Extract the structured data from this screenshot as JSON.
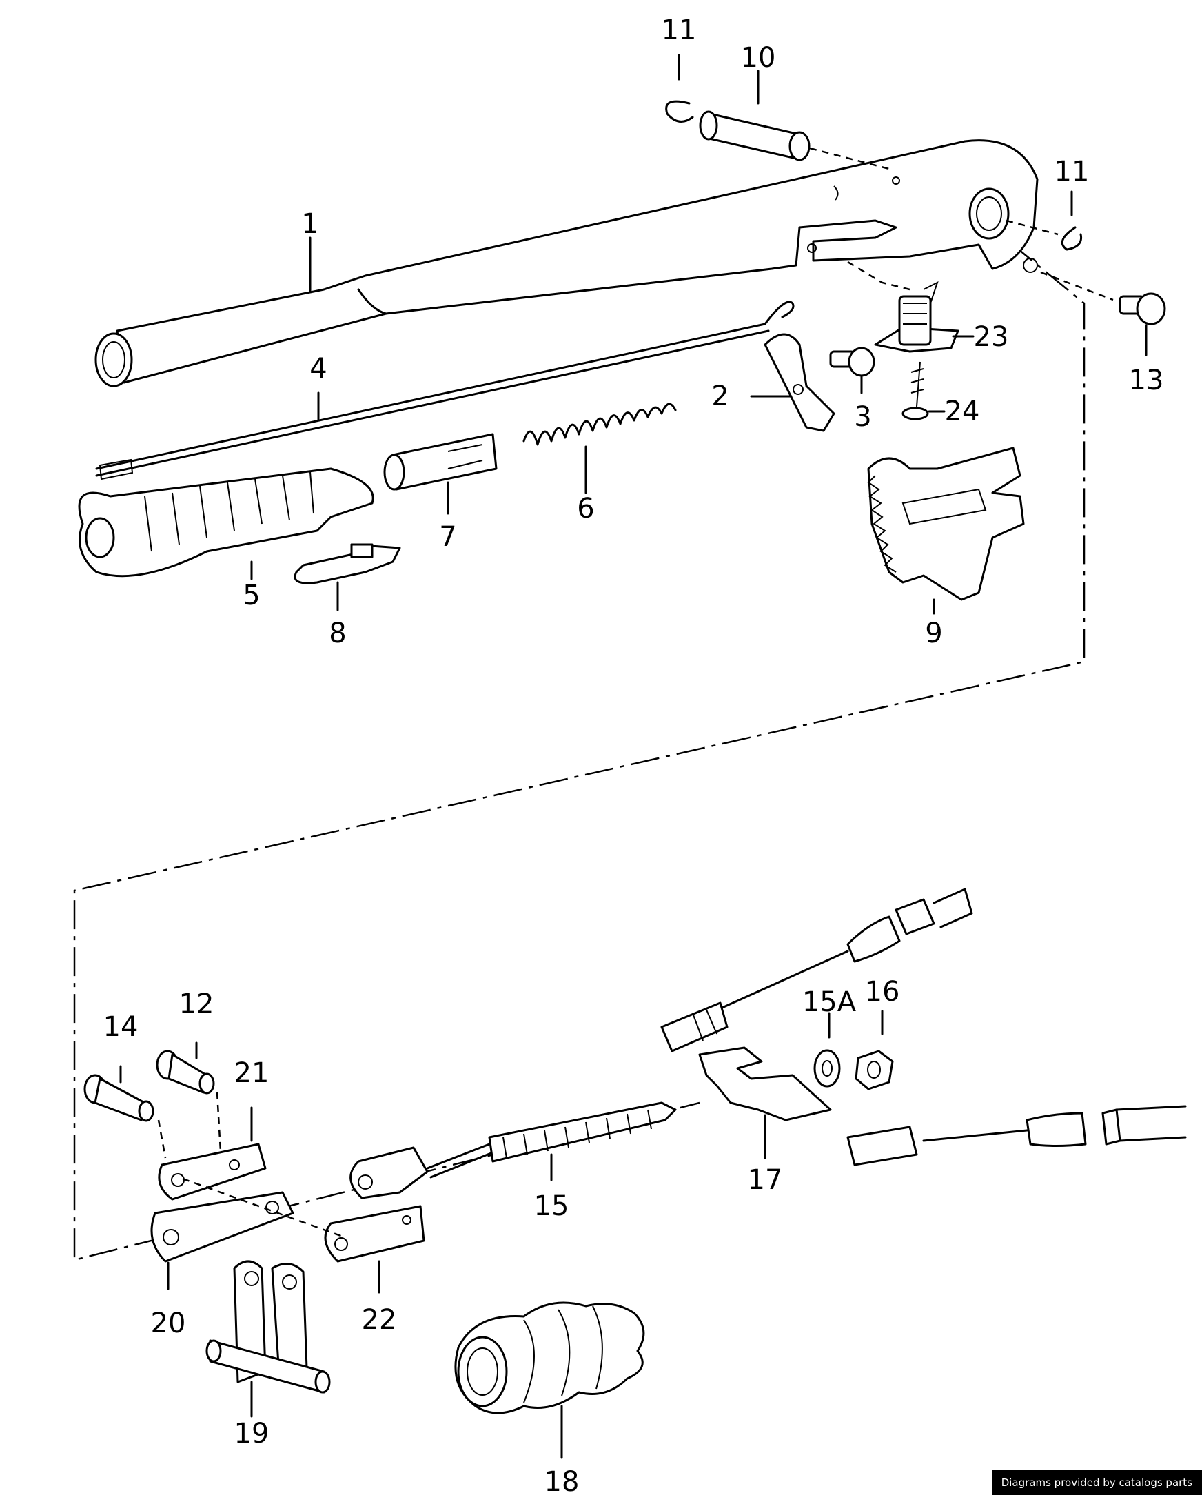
{
  "callouts": [
    {
      "id": "1",
      "label": "1"
    },
    {
      "id": "2",
      "label": "2"
    },
    {
      "id": "3",
      "label": "3"
    },
    {
      "id": "4",
      "label": "4"
    },
    {
      "id": "5",
      "label": "5"
    },
    {
      "id": "6",
      "label": "6"
    },
    {
      "id": "7",
      "label": "7"
    },
    {
      "id": "8",
      "label": "8"
    },
    {
      "id": "9",
      "label": "9"
    },
    {
      "id": "10",
      "label": "10"
    },
    {
      "id": "11a",
      "label": "11"
    },
    {
      "id": "11b",
      "label": "11"
    },
    {
      "id": "12",
      "label": "12"
    },
    {
      "id": "13",
      "label": "13"
    },
    {
      "id": "14",
      "label": "14"
    },
    {
      "id": "15",
      "label": "15"
    },
    {
      "id": "15A",
      "label": "15A"
    },
    {
      "id": "16",
      "label": "16"
    },
    {
      "id": "17",
      "label": "17"
    },
    {
      "id": "18",
      "label": "18"
    },
    {
      "id": "19",
      "label": "19"
    },
    {
      "id": "20",
      "label": "20"
    },
    {
      "id": "21",
      "label": "21"
    },
    {
      "id": "22",
      "label": "22"
    },
    {
      "id": "23",
      "label": "23"
    },
    {
      "id": "24",
      "label": "24"
    }
  ],
  "credit": "Diagrams provided by catalogs parts"
}
